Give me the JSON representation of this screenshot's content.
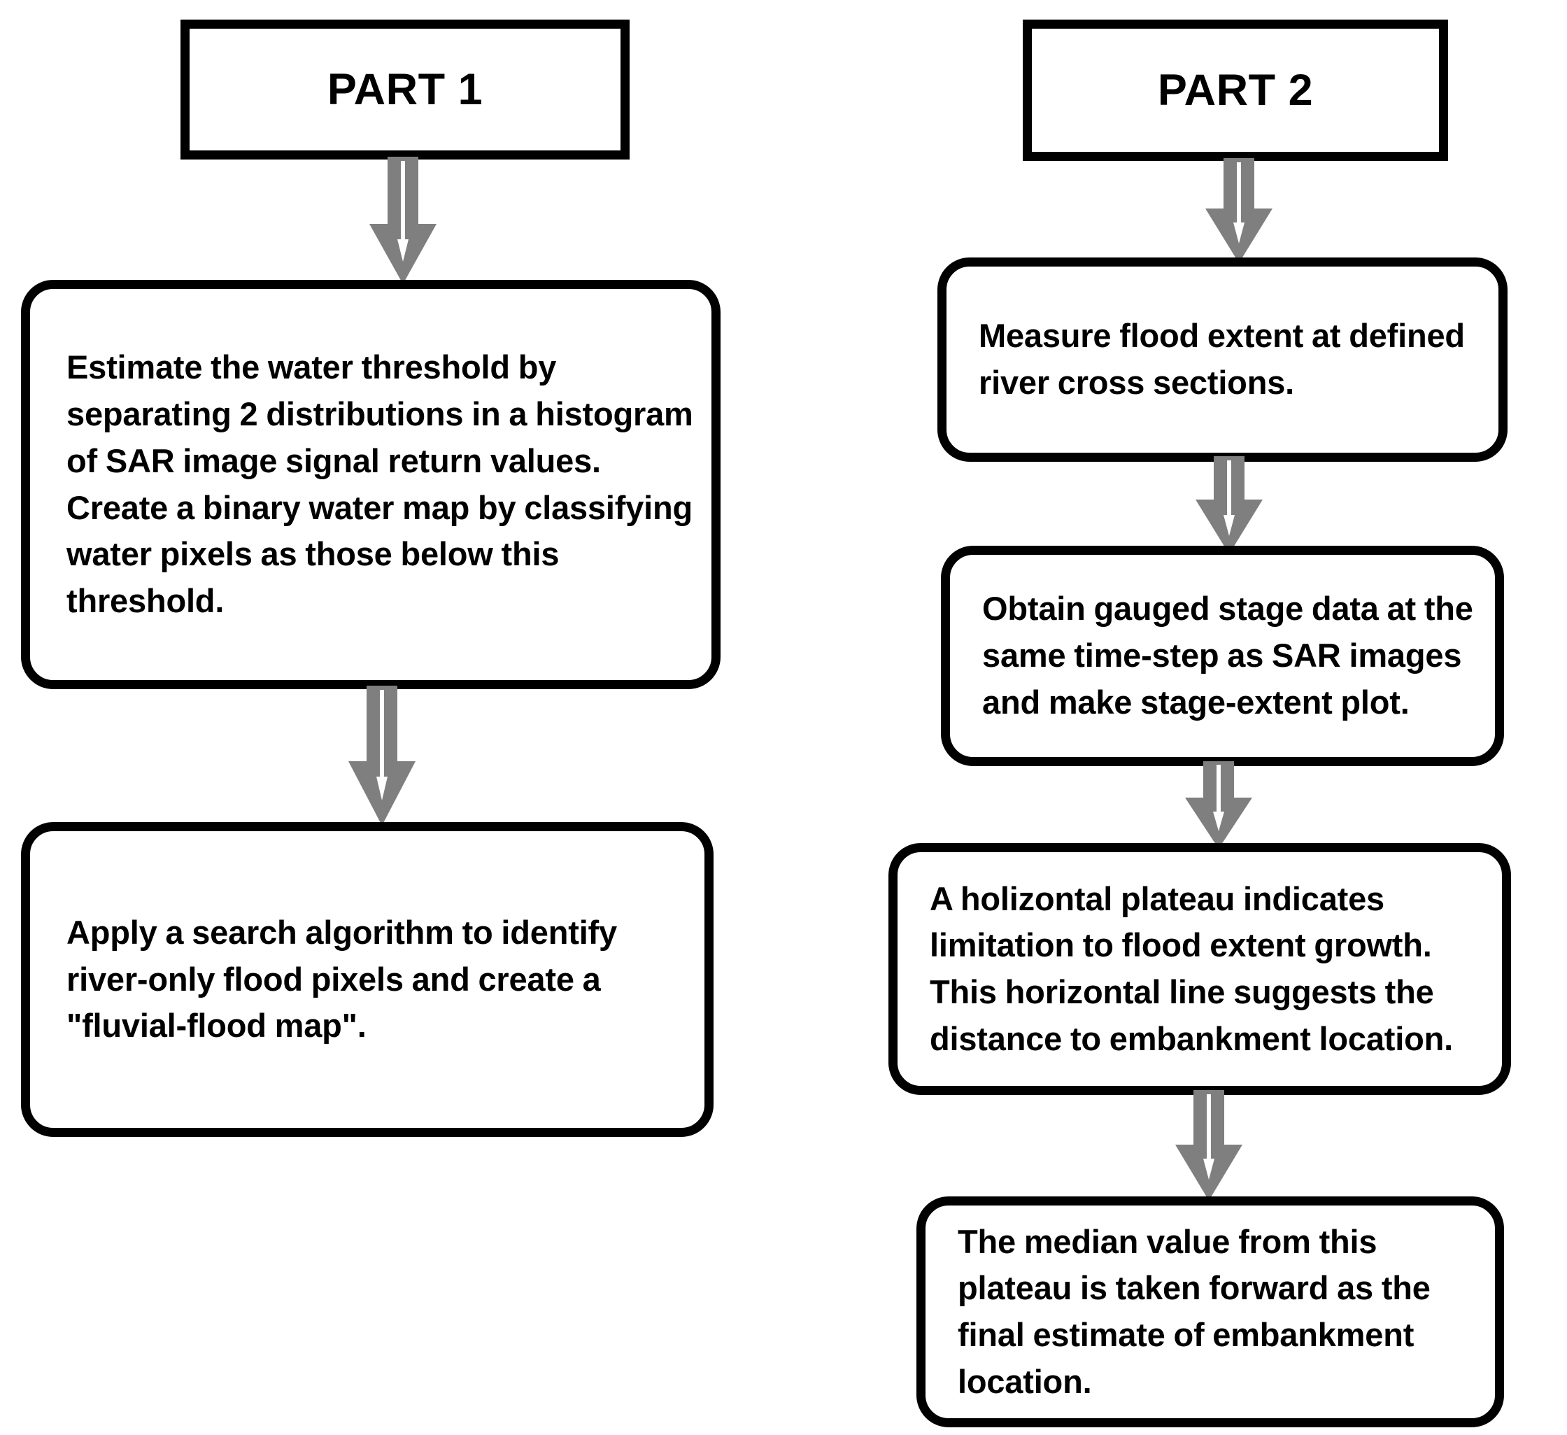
{
  "diagram": {
    "title_part1": "PART 1",
    "title_part2": "PART 2",
    "accent_arrow_color": "#7F7F7F",
    "outline_color": "#000000",
    "background_color": "#FFFFFF"
  },
  "part1": {
    "header": "PART 1",
    "steps": [
      {
        "id": "p1-step1",
        "text": "Estimate the water threshold by separating 2 distributions in a histogram of SAR image signal return values. Create a binary water map by classifying water pixels as those below this threshold."
      },
      {
        "id": "p1-step2",
        "text": "Apply a search algorithm to identify river-only flood pixels and create a \"fluvial-flood map\"."
      }
    ],
    "connectors": [
      {
        "id": "p1-arrow1",
        "name": "arrow-header-to-step1"
      },
      {
        "id": "p1-arrow2",
        "name": "arrow-step1-to-step2"
      }
    ]
  },
  "part2": {
    "header": "PART 2",
    "steps": [
      {
        "id": "p2-step1",
        "text": "Measure flood extent at defined river cross sections."
      },
      {
        "id": "p2-step2",
        "text": "Obtain gauged stage data at the same time-step as SAR images and make stage-extent plot."
      },
      {
        "id": "p2-step3",
        "text": "A holizontal plateau indicates limitation to flood extent growth. This horizontal line suggests the distance to embankment location."
      },
      {
        "id": "p2-step4",
        "text": "The median value from this plateau is taken forward as the final estimate of embankment location."
      }
    ],
    "connectors": [
      {
        "id": "p2-arrow1",
        "name": "arrow-header-to-step1"
      },
      {
        "id": "p2-arrow2",
        "name": "arrow-step1-to-step2"
      },
      {
        "id": "p2-arrow3",
        "name": "arrow-step2-to-step3"
      },
      {
        "id": "p2-arrow4",
        "name": "arrow-step3-to-step4"
      }
    ]
  }
}
